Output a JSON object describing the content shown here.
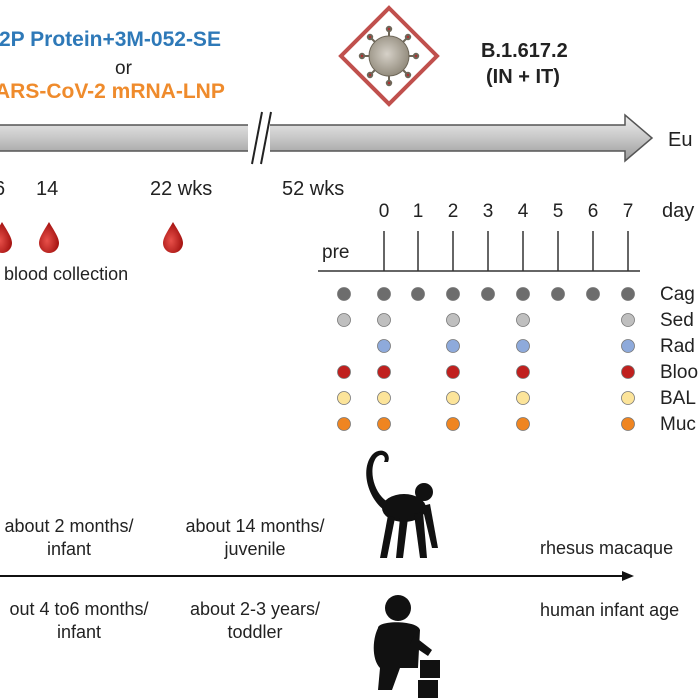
{
  "vaccines": {
    "protein": "-2P Protein+3M-052-SE",
    "or": "or",
    "mrna": "ARS-CoV-2 mRNA-LNP"
  },
  "challenge": {
    "variant": "B.1.617.2",
    "route": "(IN + IT)"
  },
  "timeline": {
    "end_label": "Eu",
    "week_labels": [
      "6",
      "14",
      "22 wks",
      "52 wks"
    ],
    "blood_collection_label": "blood collection"
  },
  "schedule": {
    "day_axis_label": "day",
    "days": [
      "0",
      "1",
      "2",
      "3",
      "4",
      "5",
      "6",
      "7"
    ],
    "pre_label": "pre",
    "rows": [
      {
        "label": "Cag",
        "color": "#6d6d6d",
        "pre": true,
        "days": [
          0,
          1,
          2,
          3,
          4,
          5,
          6,
          7
        ]
      },
      {
        "label": "Sed",
        "color": "#bfbfbf",
        "pre": true,
        "days": [
          0,
          2,
          4,
          7
        ]
      },
      {
        "label": "Rad",
        "color": "#8eaadb",
        "pre": false,
        "days": [
          0,
          2,
          4,
          7
        ]
      },
      {
        "label": "Bloo",
        "color": "#c0201e",
        "pre": true,
        "days": [
          0,
          2,
          4,
          7
        ]
      },
      {
        "label": "BAL",
        "color": "#fce49a",
        "pre": true,
        "days": [
          0,
          2,
          4,
          7
        ]
      },
      {
        "label": "Muc",
        "color": "#ef8521",
        "pre": true,
        "days": [
          0,
          2,
          4,
          7
        ]
      }
    ]
  },
  "age_comparison": {
    "macaque_label": "rhesus macaque",
    "human_label": "human infant age",
    "macaque_ages": [
      "about 2 months/\ninfant",
      "about 14 months/\njuvenile"
    ],
    "human_ages": [
      "out 4 to6 months/\ninfant",
      "about 2-3 years/\ntoddler"
    ]
  },
  "colors": {
    "blood_drop": "#c0201e",
    "arrow_fill": "#c9c9c9",
    "virus_frame": "#c0504d"
  }
}
